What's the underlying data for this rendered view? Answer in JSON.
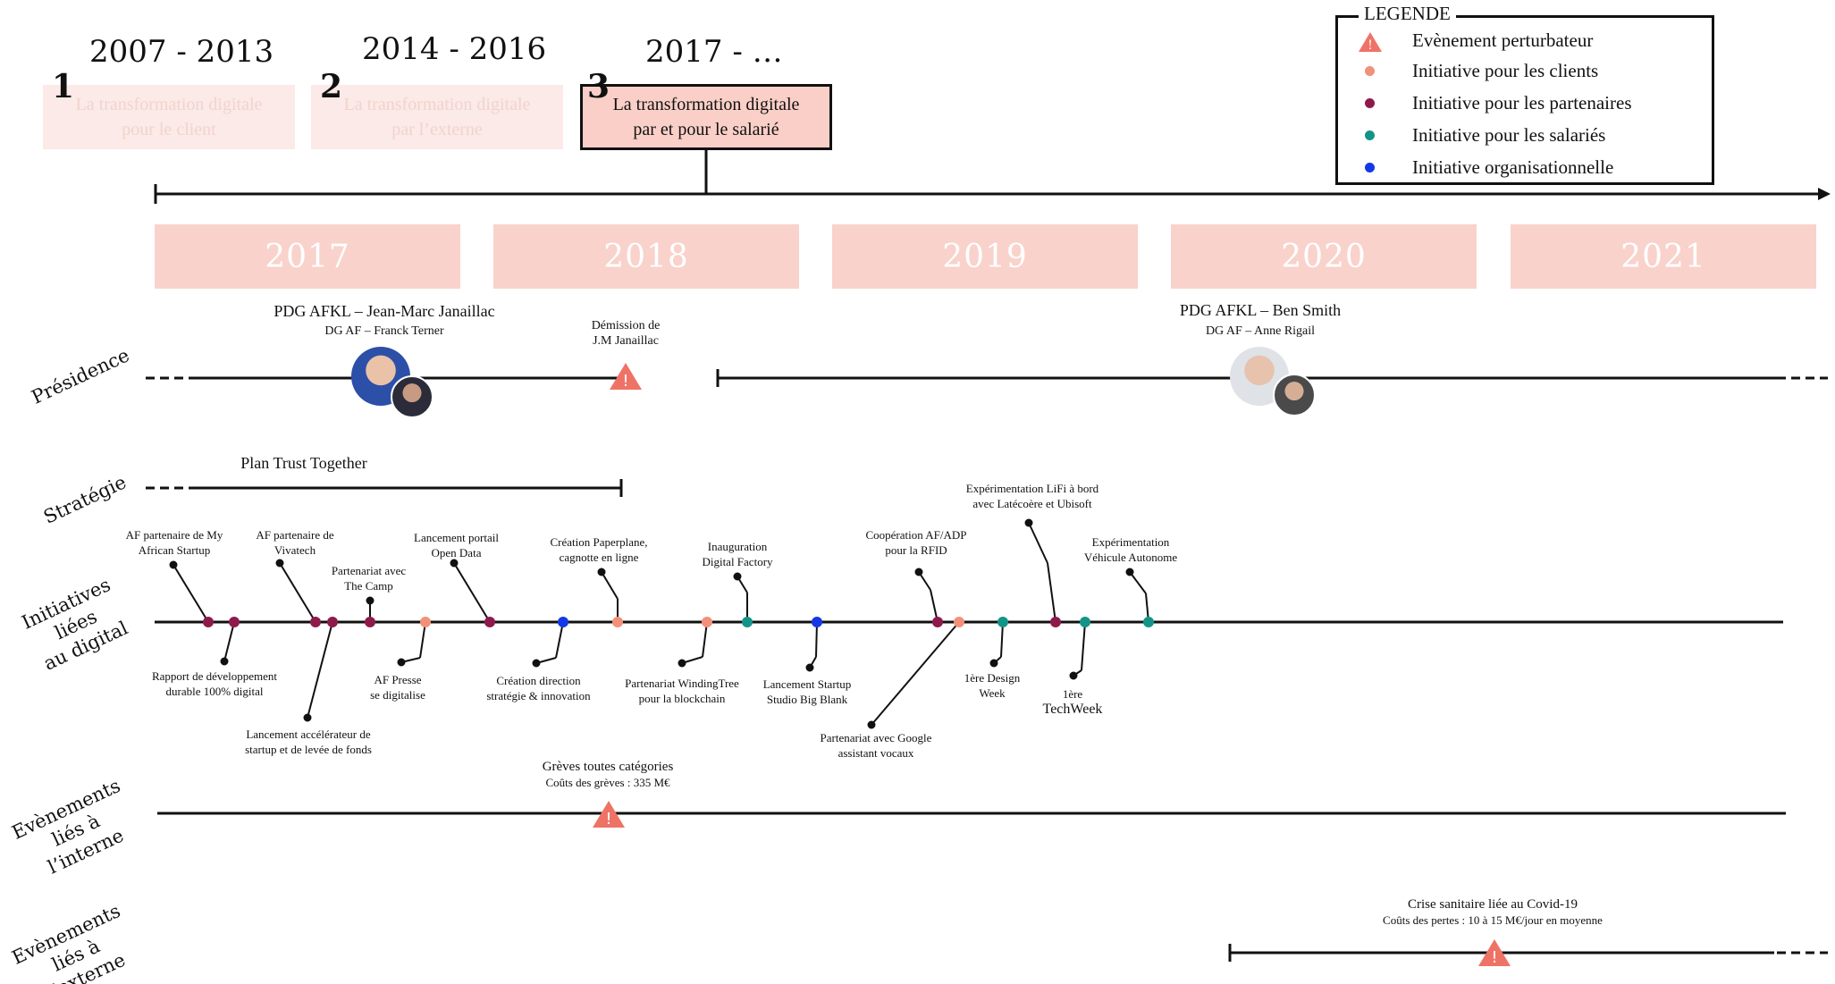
{
  "phases": [
    {
      "years": "2007 - 2013",
      "num": "1",
      "label_l1": "La transformation digitale",
      "label_l2": "pour le client"
    },
    {
      "years": "2014 - 2016",
      "num": "2",
      "label_l1": "La transformation digitale",
      "label_l2": "par l’externe"
    },
    {
      "years": "2017 - …",
      "num": "3",
      "label_l1": "La transformation digitale",
      "label_l2": "par et pour le salarié"
    }
  ],
  "years": [
    "2017",
    "2018",
    "2019",
    "2020",
    "2021"
  ],
  "legend": {
    "title": "LEGENDE",
    "items": [
      {
        "label": "Evènement perturbateur",
        "icon": "warning-triangle-icon"
      },
      {
        "label": "Initiative pour les clients",
        "color": "#f2907a"
      },
      {
        "label": "Initiative pour les partenaires",
        "color": "#8e1a4b"
      },
      {
        "label": "Initiative pour les salariés",
        "color": "#139488"
      },
      {
        "label": "Initiative organisationnelle",
        "color": "#1438e6"
      }
    ]
  },
  "rows": {
    "presidence": "Présidence",
    "strategie": "Stratégie",
    "initiatives_l1": "Initiatives liées",
    "initiatives_l2": "au digital",
    "interne_l1": "Evènements liés à",
    "interne_l2": "l’interne",
    "externe_l1": "Evènements liés à",
    "externe_l2": "l’externe"
  },
  "presidence": {
    "pdg1": "PDG AFKL – Jean-Marc Janaillac",
    "dg1": "DG AF – Franck Terner",
    "demission_l1": "Démission de",
    "demission_l2": "J.M Janaillac",
    "pdg2": "PDG AFKL – Ben Smith",
    "dg2": "DG AF – Anne Rigail"
  },
  "strategie": {
    "plan": "Plan Trust Together"
  },
  "initiatives": [
    {
      "id": "i1",
      "above": true,
      "l1": "AF partenaire de My",
      "l2": "African Startup",
      "type": "partner"
    },
    {
      "id": "i2",
      "above": false,
      "l1": "Rapport de développement",
      "l2": "durable 100% digital",
      "type": "partner"
    },
    {
      "id": "i3",
      "above": true,
      "l1": "AF partenaire de",
      "l2": "Vivatech",
      "type": "partner"
    },
    {
      "id": "i4",
      "above": false,
      "l1": "Lancement accélérateur de",
      "l2": "startup et de levée de fonds",
      "type": "partner"
    },
    {
      "id": "i5",
      "above": true,
      "l1": "Partenariat avec",
      "l2": "The Camp",
      "type": "partner"
    },
    {
      "id": "i6",
      "above": false,
      "l1": "AF Presse",
      "l2": "se digitalise",
      "type": "client"
    },
    {
      "id": "i7",
      "above": true,
      "l1": "Lancement portail",
      "l2": "Open Data",
      "type": "partner"
    },
    {
      "id": "i8",
      "above": false,
      "l1": "Création direction",
      "l2": "stratégie & innovation",
      "type": "org"
    },
    {
      "id": "i9",
      "above": true,
      "l1": "Création Paperplane,",
      "l2": "cagnotte en ligne",
      "type": "client"
    },
    {
      "id": "i10",
      "above": false,
      "l1": "Partenariat WindingTree",
      "l2": "pour la blockchain",
      "type": "client"
    },
    {
      "id": "i11",
      "above": true,
      "l1": "Inauguration",
      "l2": "Digital Factory",
      "type": "employee"
    },
    {
      "id": "i12",
      "above": false,
      "l1": "Lancement Startup",
      "l2": "Studio Big Blank",
      "type": "org"
    },
    {
      "id": "i13",
      "above": true,
      "l1": "Coopération AF/ADP",
      "l2": "pour la RFID",
      "type": "partner"
    },
    {
      "id": "i14",
      "above": false,
      "l1": "Partenariat avec Google",
      "l2": "assistant vocaux",
      "type": "client"
    },
    {
      "id": "i15",
      "above": false,
      "l1": "1ère Design",
      "l2": "Week",
      "type": "employee"
    },
    {
      "id": "i16",
      "above": true,
      "l1": "Expérimentation LiFi à bord",
      "l2": "avec Latécoère et Ubisoft",
      "type": "partner"
    },
    {
      "id": "i17",
      "above": false,
      "l1": "1ère",
      "l2": "TechWeek",
      "type": "employee"
    },
    {
      "id": "i18",
      "above": true,
      "l1": "Expérimentation",
      "l2": "Véhicule Autonome",
      "type": "employee"
    }
  ],
  "interne": {
    "l1": "Grèves toutes catégories",
    "l2": "Coûts des grèves : 335 M€"
  },
  "externe": {
    "l1": "Crise sanitaire liée au Covid-19",
    "l2": "Coûts des pertes : 10 à 15 M€/jour en moyenne"
  }
}
